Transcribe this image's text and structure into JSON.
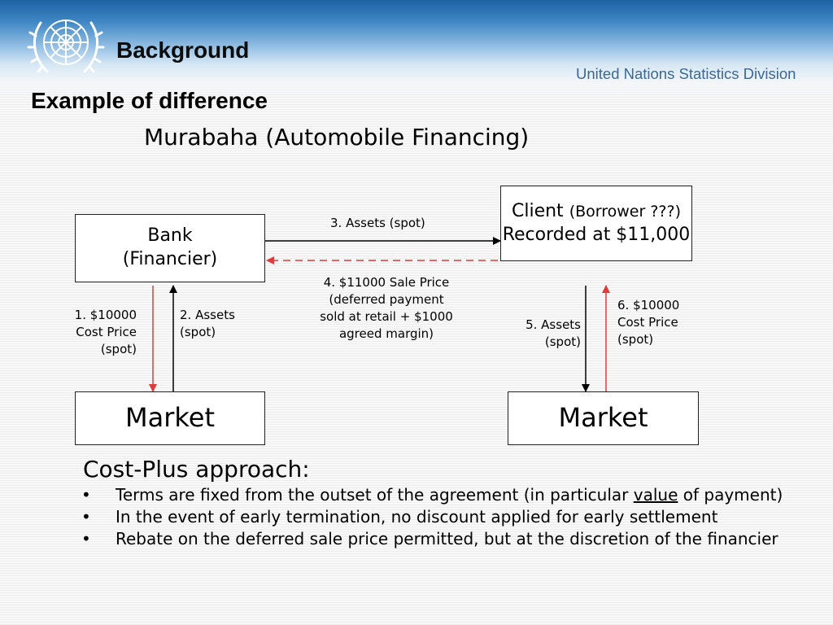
{
  "header": {
    "section_title": "Background",
    "organization": "United Nations Statistics Division",
    "logo_icon": "un-emblem-icon"
  },
  "slide": {
    "title": "Example of difference",
    "subtitle": "Murabaha (Automobile Financing)"
  },
  "diagram": {
    "bank_line1": "Bank",
    "bank_line2": "(Financier)",
    "client_name": "Client",
    "client_role": "(Borrower ???)",
    "client_recorded": "Recorded at $11,000",
    "market_left": "Market",
    "market_right": "Market",
    "flow_3": "3. Assets (spot)",
    "flow_4": [
      "4. $11000 Sale Price",
      "(deferred payment",
      "sold at retail + $1000",
      "agreed margin)"
    ],
    "flow_1": [
      "1. $10000",
      "Cost Price",
      "(spot)"
    ],
    "flow_2": [
      "2. Assets",
      "(spot)"
    ],
    "flow_5": [
      "5. Assets",
      "(spot)"
    ],
    "flow_6": [
      "6. $10000",
      "Cost Price",
      "(spot)"
    ],
    "colors": {
      "asset_flow": "#000000",
      "payment_flow": "#e03a3a"
    }
  },
  "cost_plus": {
    "heading": "Cost-Plus approach:",
    "bullet_marker": "•",
    "bullet1_before": "Terms are fixed from the outset of the agreement (in particular ",
    "bullet1_underlined": "value",
    "bullet1_after": " of payment)",
    "bullet2": "In the event of early termination, no discount applied for early settlement",
    "bullet3": "Rebate on the deferred sale price permitted, but at the discretion of the financier"
  },
  "colors": {
    "header_blue": "#1d62a3",
    "org_text": "#3b6896"
  }
}
